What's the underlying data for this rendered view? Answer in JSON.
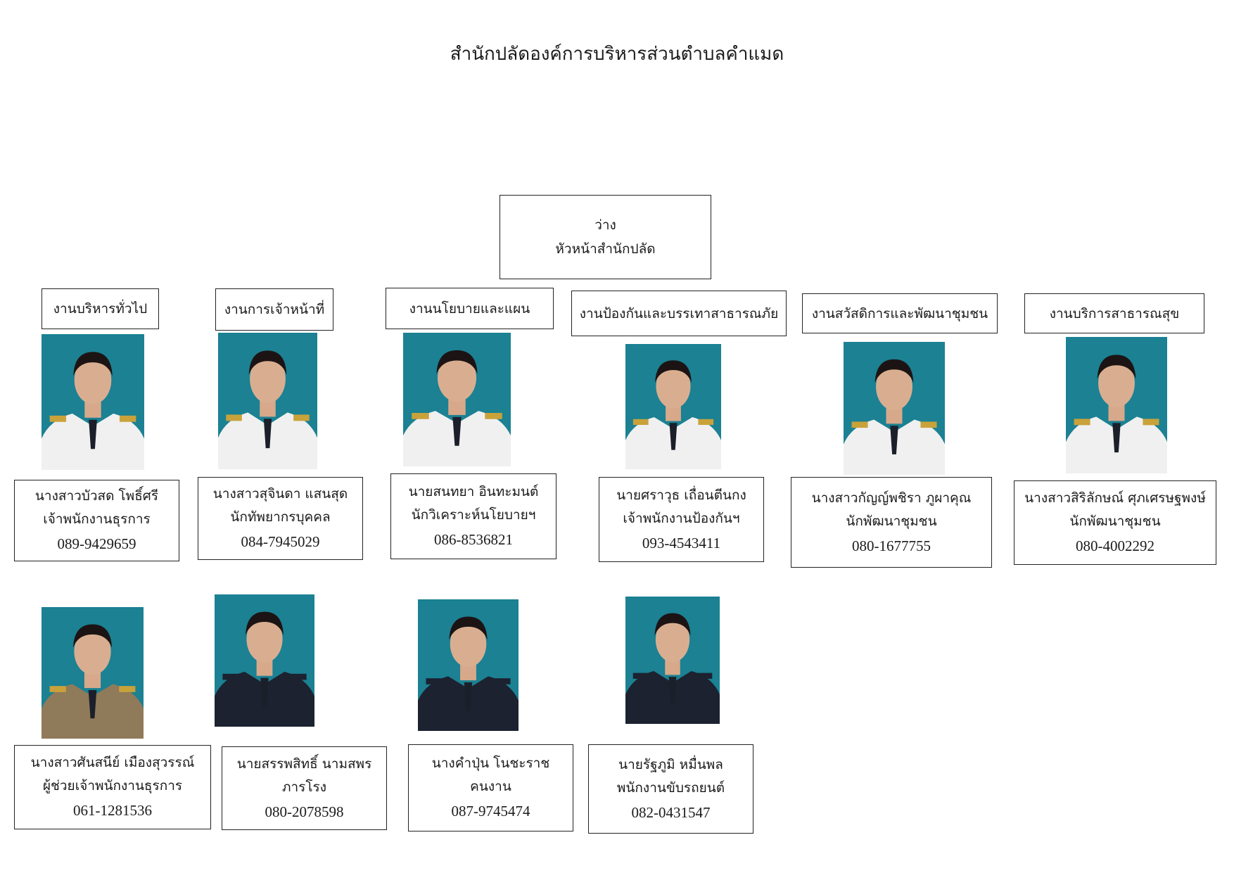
{
  "page_title": "สำนักปลัดองค์การบริหารส่วนตำบลคำแมด",
  "head": {
    "name": "ว่าง",
    "position": "หัวหน้าสำนักปลัด"
  },
  "departments": [
    "งานบริหารทั่วไป",
    "งานการเจ้าหน้าที่",
    "งานนโยบายและแผน",
    "งานป้องกันและบรรเทาสาธารณภัย",
    "งานสวัสดิการและพัฒนาชุมชน",
    "งานบริการสาธารณสุข"
  ],
  "staff": [
    {
      "name": "นางสาวบัวสด  โพธิ์ศรี",
      "position": "เจ้าพนักงานธุรการ",
      "phone": "089-9429659"
    },
    {
      "name": "นางสาวสุจินดา  แสนสุด",
      "position": "นักทัพยากรบุคคล",
      "phone": "084-7945029"
    },
    {
      "name": "นายสนทยา  อินทะมนต์",
      "position": "นักวิเคราะห์นโยบายฯ",
      "phone": "086-8536821"
    },
    {
      "name": "นายศราวุธ  เถื่อนตีนกง",
      "position": "เจ้าพนักงานป้องกันฯ",
      "phone": "093-4543411"
    },
    {
      "name": "นางสาวกัญญ์พชิรา  ภูผาคุณ",
      "position": "นักพัฒนาชุมชน",
      "phone": "080-1677755"
    },
    {
      "name": "นางสาวสิริลักษณ์  ศุภเศรษฐพงษ์",
      "position": "นักพัฒนาชุมชน",
      "phone": "080-4002292"
    },
    {
      "name": "นางสาวศันสนีย์   เมืองสุวรรณ์",
      "position": "ผู้ช่วยเจ้าพนักงานธุรการ",
      "phone": "061-1281536"
    },
    {
      "name": "นายสรรพสิทธิ์  นามสพร",
      "position": "ภารโรง",
      "phone": "080-2078598"
    },
    {
      "name": "นางคำปุ่น  โนชะราช",
      "position": "คนงาน",
      "phone": "087-9745474"
    },
    {
      "name": "นายรัฐภูมิ  หมื่นพล",
      "position": "พนักงานขับรถยนต์",
      "phone": "082-0431547"
    }
  ],
  "colors": {
    "photo_background": "#1b8193",
    "white_uniform": "#f0f0f0",
    "khaki_uniform": "#8f7a5a",
    "dark_suit": "#1c2230"
  }
}
